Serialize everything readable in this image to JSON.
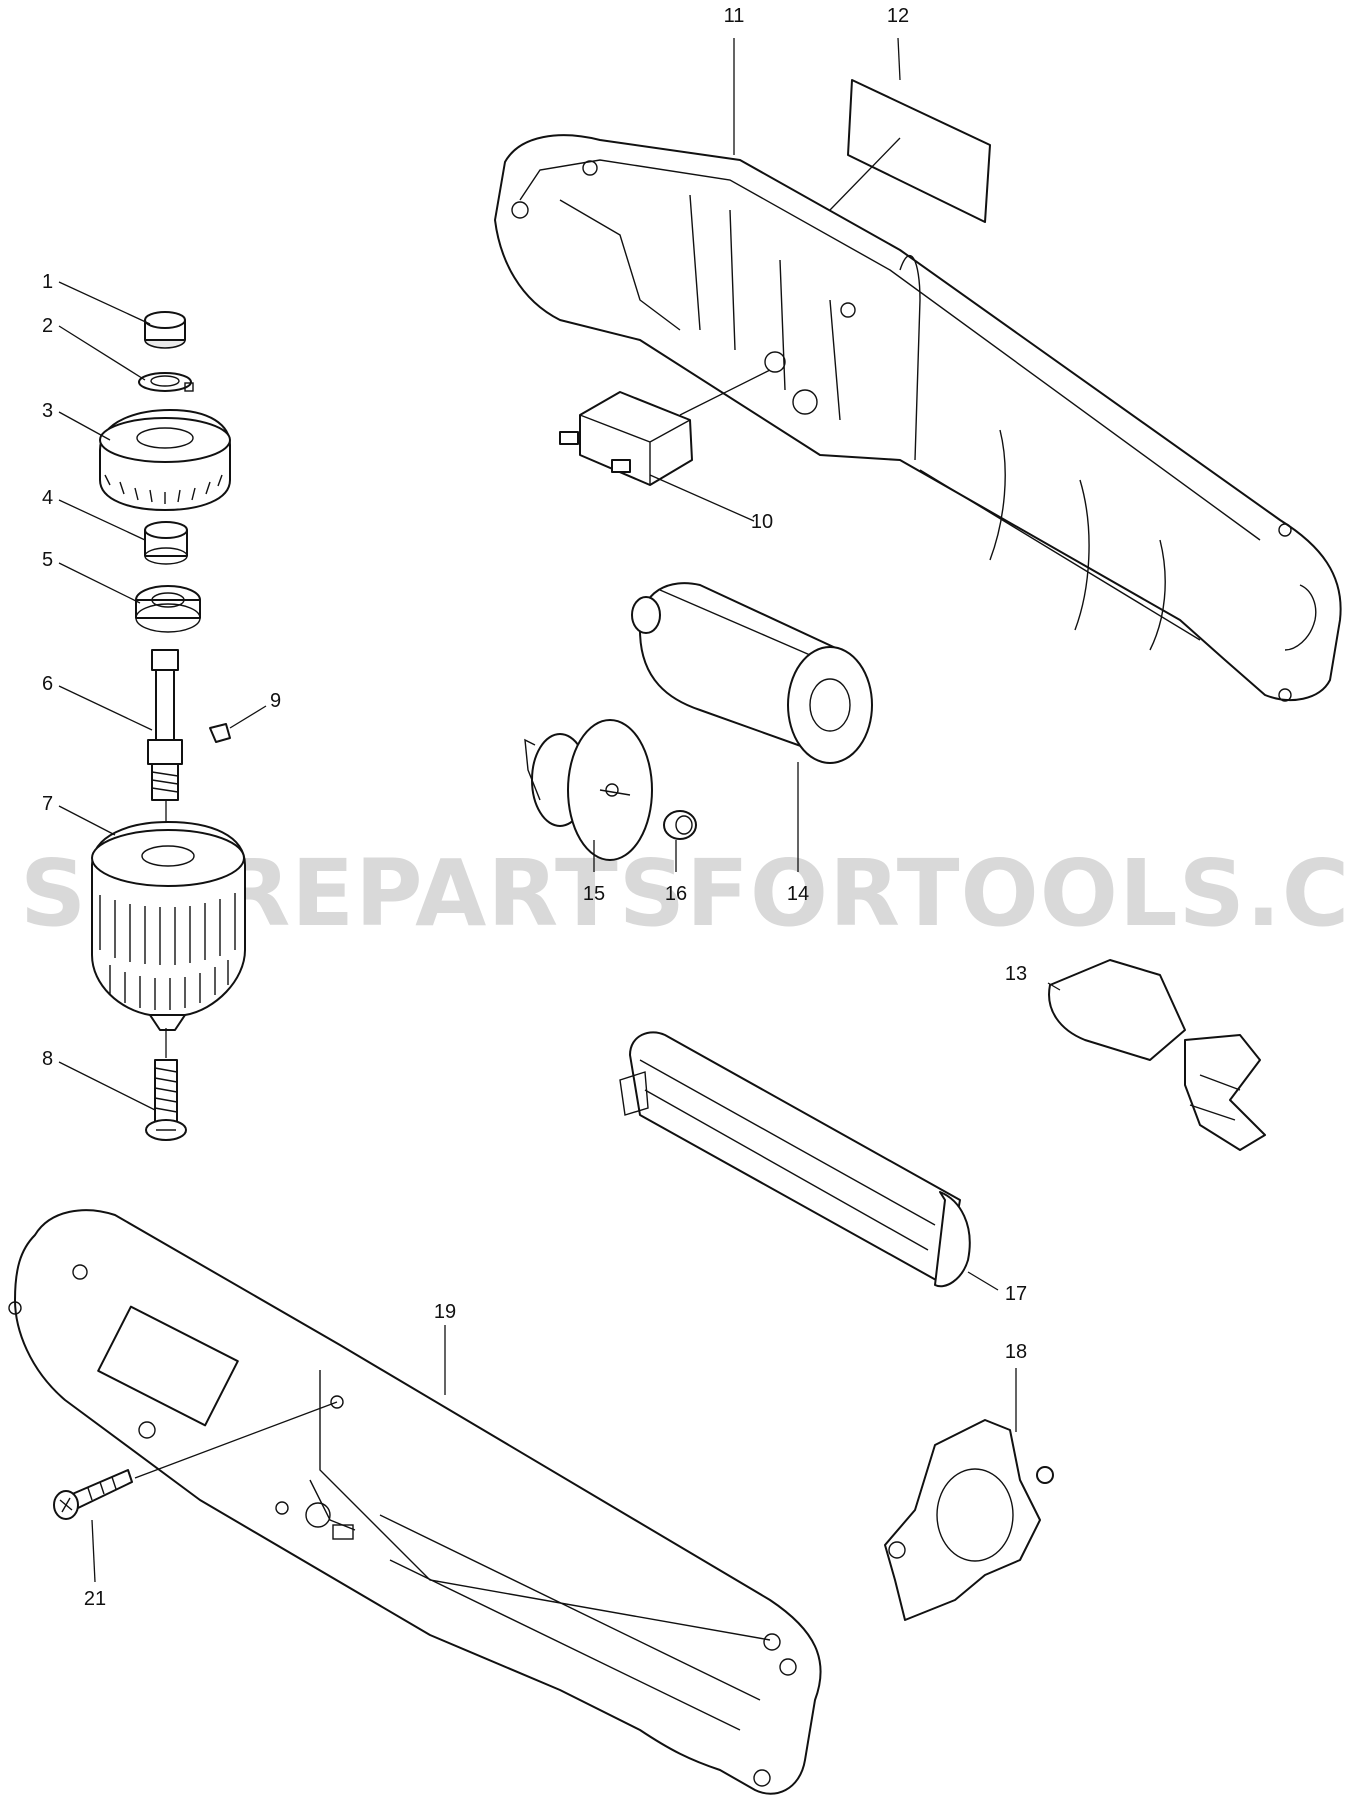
{
  "watermark": "SPAREPARTSFORTOOLS.COM.AU",
  "callouts": [
    {
      "id": "1",
      "label": "1"
    },
    {
      "id": "2",
      "label": "2"
    },
    {
      "id": "3",
      "label": "3"
    },
    {
      "id": "4",
      "label": "4"
    },
    {
      "id": "5",
      "label": "5"
    },
    {
      "id": "6",
      "label": "6"
    },
    {
      "id": "7",
      "label": "7"
    },
    {
      "id": "8",
      "label": "8"
    },
    {
      "id": "9",
      "label": "9"
    },
    {
      "id": "10",
      "label": "10"
    },
    {
      "id": "11",
      "label": "11"
    },
    {
      "id": "12",
      "label": "12"
    },
    {
      "id": "13",
      "label": "13"
    },
    {
      "id": "14",
      "label": "14"
    },
    {
      "id": "15",
      "label": "15"
    },
    {
      "id": "16",
      "label": "16"
    },
    {
      "id": "17",
      "label": "17"
    },
    {
      "id": "18",
      "label": "18"
    },
    {
      "id": "19",
      "label": "19"
    },
    {
      "id": "21",
      "label": "21"
    }
  ]
}
